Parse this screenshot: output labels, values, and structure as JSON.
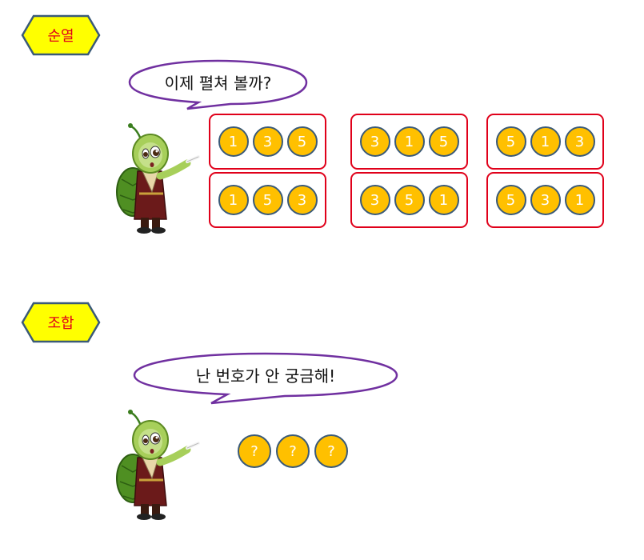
{
  "colors": {
    "badge_fill": "#ffff00",
    "badge_border": "#3a5a78",
    "badge_text": "#e0001a",
    "bubble_border": "#7030a0",
    "group_border": "#e0001a",
    "coin_fill": "#ffc000",
    "coin_border": "#3a5a78",
    "coin_text": "#ffffff"
  },
  "permutation": {
    "badge_label": "순열",
    "bubble_text": "이제 펼쳐 볼까?",
    "groups": [
      [
        "1",
        "3",
        "5"
      ],
      [
        "3",
        "1",
        "5"
      ],
      [
        "5",
        "1",
        "3"
      ],
      [
        "1",
        "5",
        "3"
      ],
      [
        "3",
        "5",
        "1"
      ],
      [
        "5",
        "3",
        "1"
      ]
    ]
  },
  "combination": {
    "badge_label": "조합",
    "bubble_text": "난 번호가 안 궁금해!",
    "coins": [
      "?",
      "?",
      "?"
    ]
  },
  "icons": [
    "turtle-character-icon",
    "chalk-pointer-icon"
  ]
}
